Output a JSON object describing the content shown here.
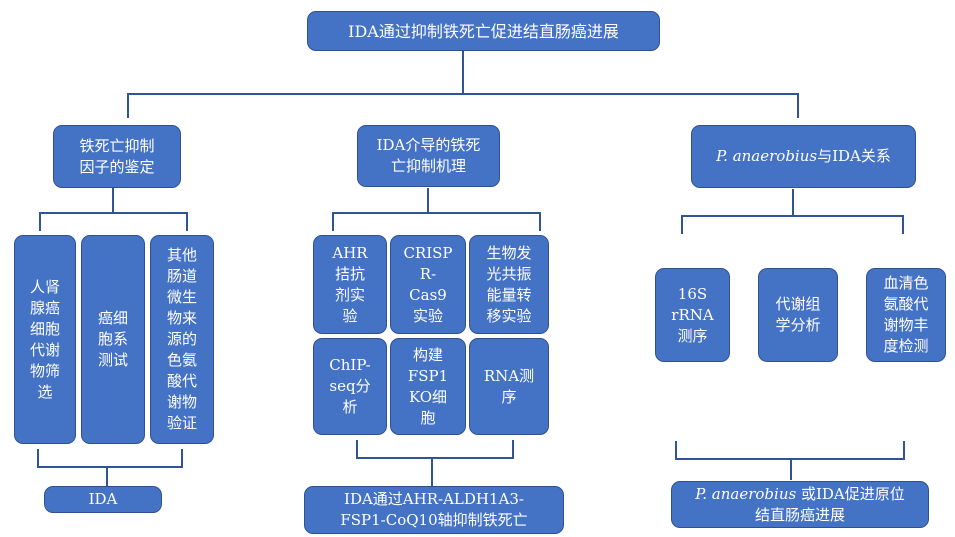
{
  "colors": {
    "box_fill": "#4472c4",
    "box_border": "#2f528f",
    "connector": "#2f5597",
    "text": "#ffffff"
  },
  "root": "IDA通过抑制铁死亡促进结直肠癌进展",
  "branches": [
    {
      "title": "铁死亡抑制\n因子的鉴定",
      "items": [
        "人肾\n腺癌\n细胞\n代谢\n物筛\n选",
        "癌细\n胞系\n测试",
        "其他\n肠道\n微生\n物来\n源的\n色氨\n酸代\n谢物\n验证"
      ],
      "result": "IDA"
    },
    {
      "title": "IDA介导的铁死\n亡抑制机理",
      "items": [
        "AHR\n拮抗\n剂实\n验",
        "CRISP\nR-\nCas9\n实验",
        "生物发\n光共振\n能量转\n移实验",
        "ChIP-\nseq分\n析",
        "构建\nFSP1\nKO细\n胞",
        "RNA测\n序"
      ],
      "result": "IDA通过AHR-ALDH1A3-\nFSP1-CoQ10轴抑制铁死亡"
    },
    {
      "title_species": "P. anaerobius",
      "title_rest": "与IDA关系",
      "items": [
        "16S\nrRNA\n测序",
        "代谢组\n学分析",
        "血清色\n氨酸代\n谢物丰\n度检测"
      ],
      "result_species": "P. anaerobius",
      "result_rest": " 或IDA促进原位\n结直肠癌进展"
    }
  ]
}
